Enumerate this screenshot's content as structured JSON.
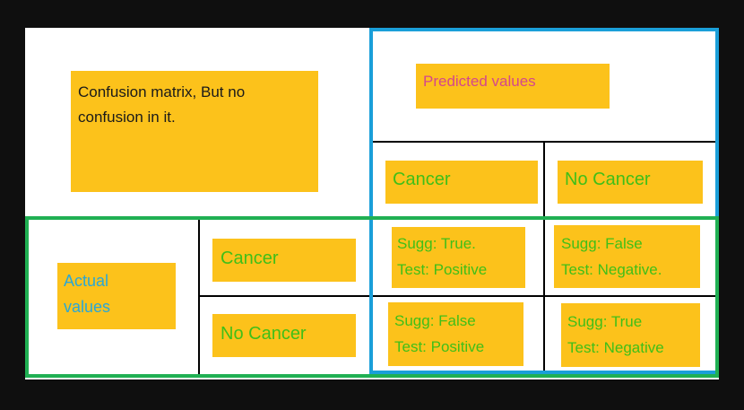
{
  "title_note": {
    "text": "Confusion matrix, But no confusion in it."
  },
  "predicted_header": {
    "text": "Predicted values"
  },
  "actual_header": {
    "text": "Actual values"
  },
  "predicted_classes": [
    "Cancer",
    "No Cancer"
  ],
  "actual_classes": [
    "Cancer",
    "No Cancer"
  ],
  "cells": [
    {
      "line1": "Sugg: True.",
      "line2": "Test: Positive"
    },
    {
      "line1": "Sugg: False",
      "line2": "Test: Negative."
    },
    {
      "line1": "Sugg: False",
      "line2": "Test: Positive"
    },
    {
      "line1": "Sugg: True",
      "line2": "Test: Negative"
    }
  ],
  "colors": {
    "note_fill": "#fcc21b",
    "predicted_frame": "#1a9fd9",
    "actual_frame": "#20b053",
    "class_text": "#3fbf18",
    "predicted_text": "#d4478c",
    "actual_text": "#2aa7d6"
  }
}
